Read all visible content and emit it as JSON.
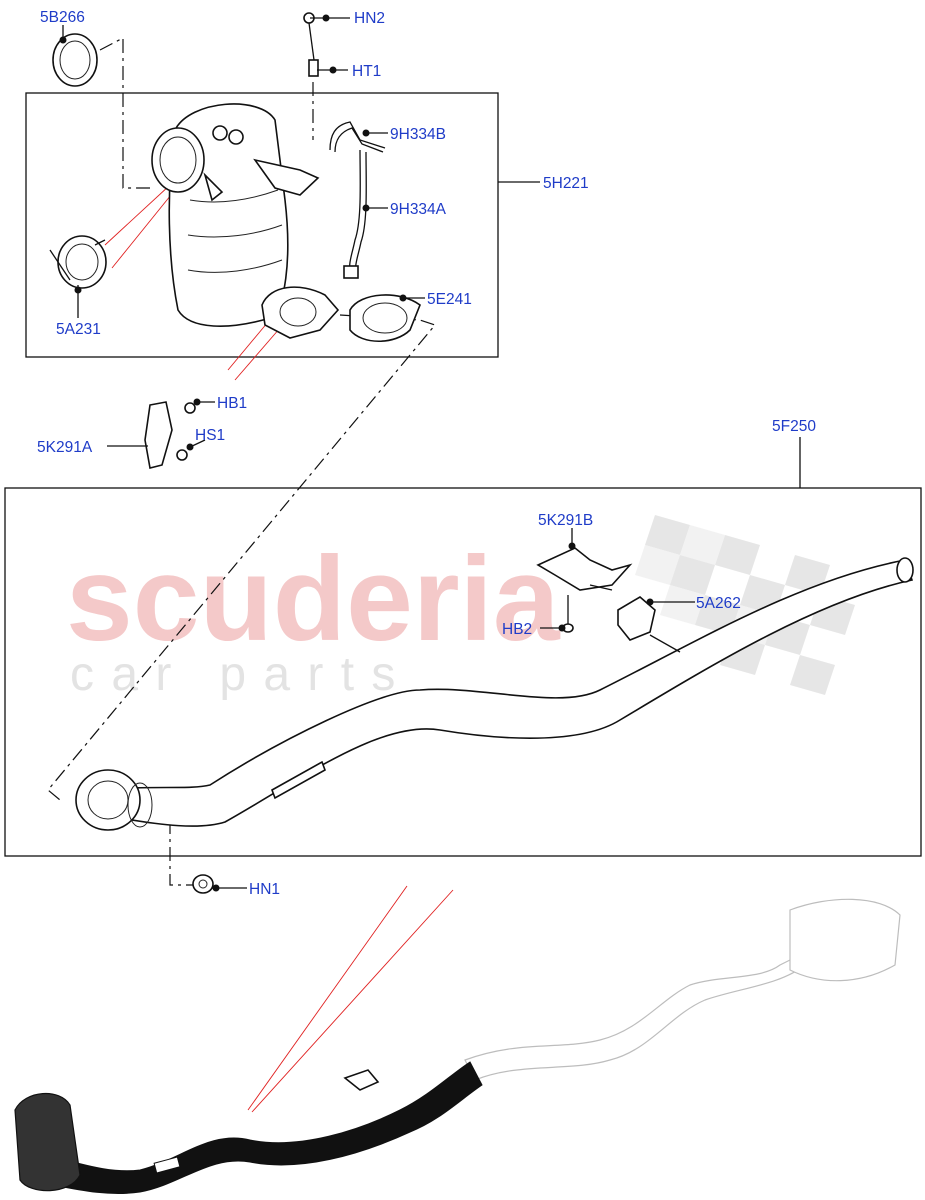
{
  "watermark": {
    "brand": "scuderia",
    "tagline": "c a r   p a r t s"
  },
  "labels": {
    "5B266": "5B266",
    "HN2": "HN2",
    "HT1": "HT1",
    "9H334B": "9H334B",
    "9H334A": "9H334A",
    "5H221": "5H221",
    "5A231": "5A231",
    "5E241": "5E241",
    "HB1": "HB1",
    "HS1": "HS1",
    "5K291A": "5K291A",
    "5F250": "5F250",
    "5K291B": "5K291B",
    "5A262": "5A262",
    "HB2": "HB2",
    "HN1": "HN1"
  },
  "colors": {
    "label": "#1f3cc8",
    "leader": "#111111",
    "highlight": "#e02020",
    "watermark": "#f4c9c9"
  }
}
